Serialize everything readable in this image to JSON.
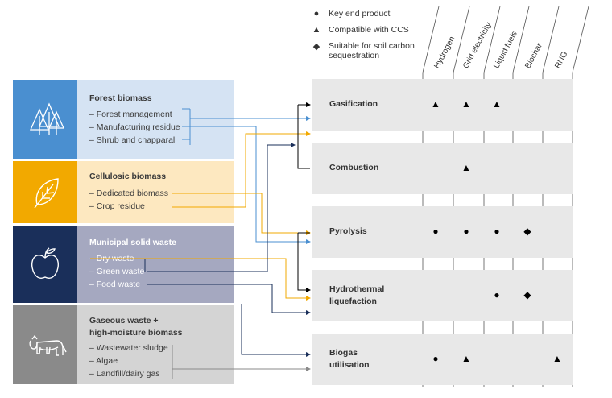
{
  "legend": {
    "key_end_product": "Key end product",
    "compatible_ccs": "Compatible with CCS",
    "soil_carbon_line1": "Suitable for soil carbon",
    "soil_carbon_line2": "sequestration"
  },
  "columns": [
    "Hydrogen",
    "Grid electricity",
    "Liquid fuels",
    "Biochar",
    "RNG"
  ],
  "feedstocks": [
    {
      "title": "Forest biomass",
      "items": [
        "– Forest management",
        "– Manufacturing residue",
        "– Shrub and chapparal"
      ],
      "icon": "trees-icon",
      "color": "#4a8fd0",
      "bg": "#d5e3f3"
    },
    {
      "title": "Cellulosic biomass",
      "items": [
        "– Dedicated biomass",
        "– Crop residue"
      ],
      "icon": "leaf-icon",
      "color": "#f2a900",
      "bg": "#fde8c0"
    },
    {
      "title": "Municipal solid waste",
      "items": [
        "– Dry waste",
        "– Green waste",
        "– Food waste"
      ],
      "icon": "apple-icon",
      "color": "#1a2f5a",
      "bg": "#a5a8c0"
    },
    {
      "title_line1": "Gaseous waste +",
      "title_line2": "high-moisture biomass",
      "items": [
        "– Wastewater sludge",
        "– Algae",
        "– Landfill/dairy gas"
      ],
      "icon": "cow-icon",
      "color": "#8a8a8a",
      "bg": "#d4d4d4"
    }
  ],
  "technologies": [
    {
      "label": "Gasification",
      "symbols": [
        "triangle",
        "triangle",
        "triangle",
        "",
        ""
      ]
    },
    {
      "label": "Combustion",
      "symbols": [
        "",
        "triangle",
        "",
        "",
        ""
      ]
    },
    {
      "label": "Pyrolysis",
      "symbols": [
        "circle",
        "circle",
        "circle",
        "diamond",
        ""
      ]
    },
    {
      "label_line1": "Hydrothermal",
      "label_line2": "liquefaction",
      "symbols": [
        "",
        "",
        "circle",
        "diamond",
        ""
      ]
    },
    {
      "label_line1": "Biogas",
      "label_line2": "utilisation",
      "symbols": [
        "circle",
        "triangle",
        "",
        "",
        "triangle"
      ]
    }
  ],
  "symbol_glyphs": {
    "circle": "●",
    "triangle": "▲",
    "diamond": "◆"
  }
}
